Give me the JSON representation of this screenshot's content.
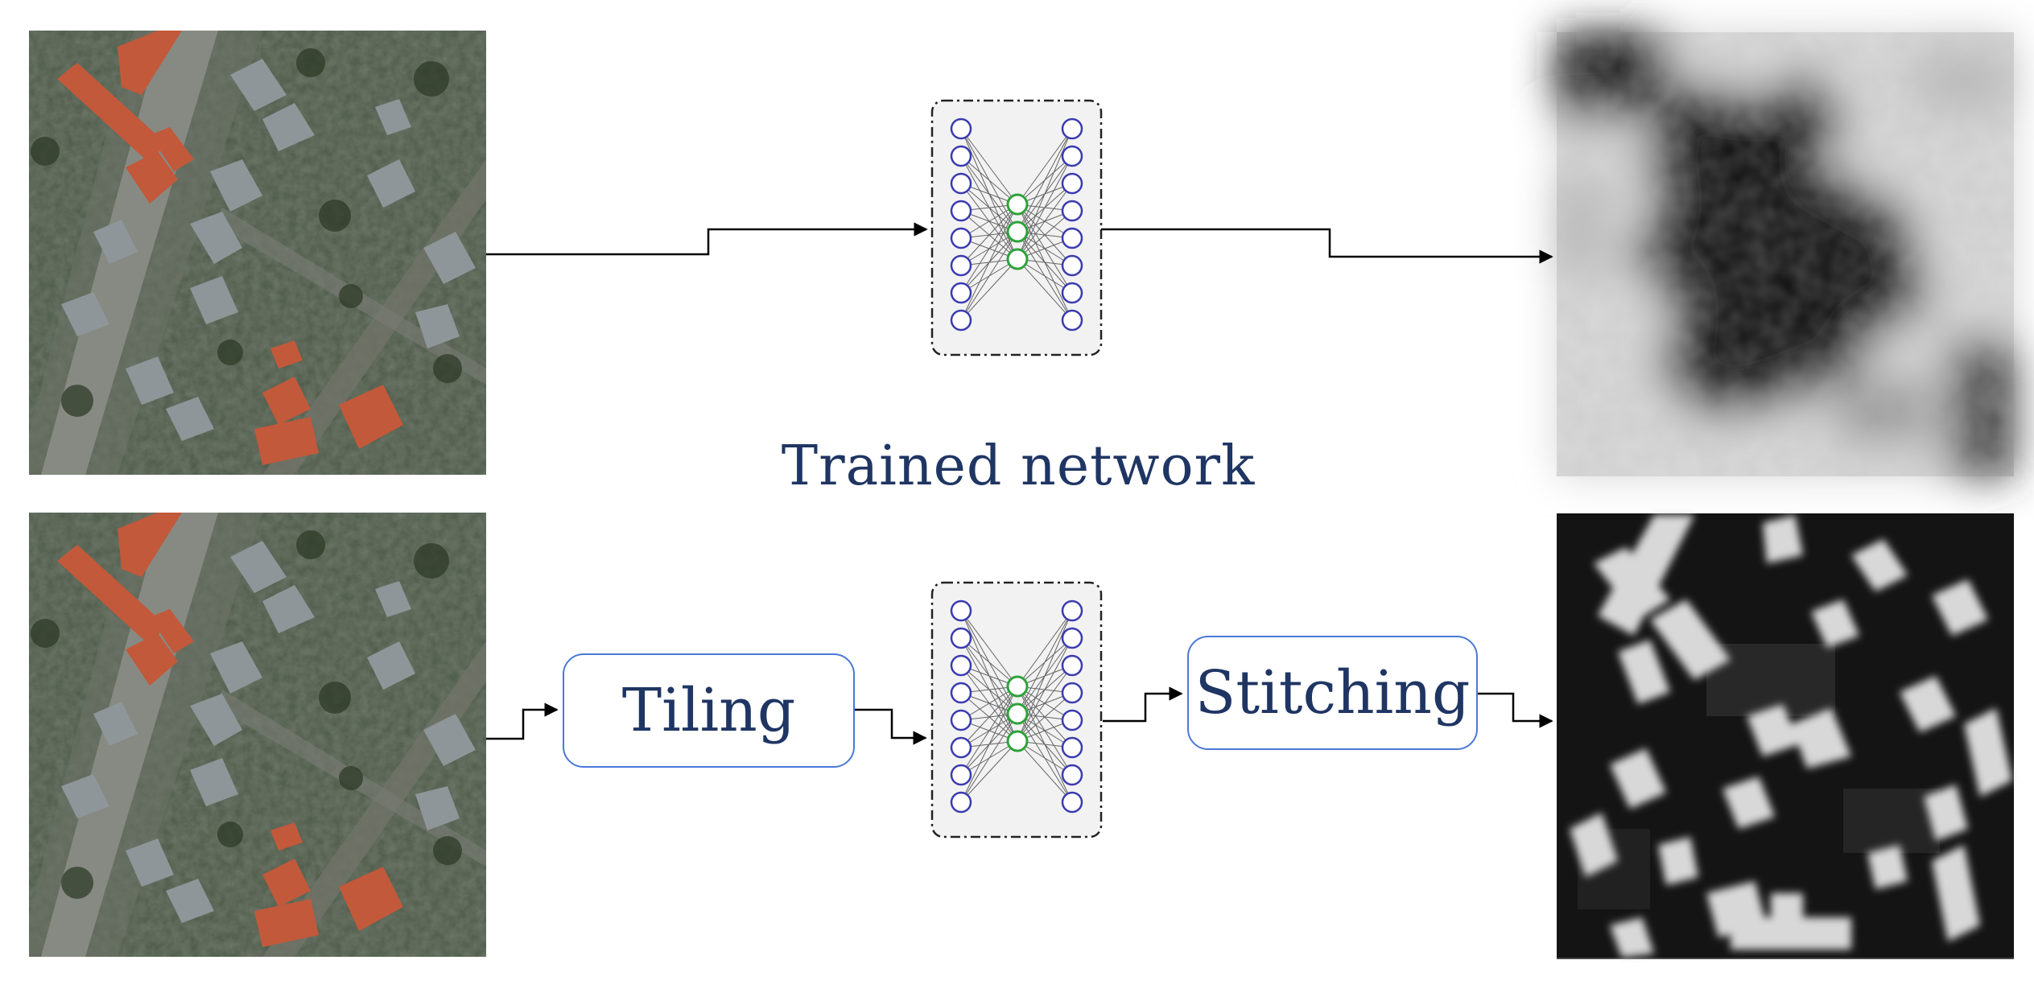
{
  "diagram": {
    "network_label": "Trained network",
    "tiling_label": "Tiling",
    "stitching_label": "Stitching",
    "colors": {
      "text": "#1f3563",
      "box_border": "#4a78d8",
      "neuron_outer": "#3b3bb0",
      "neuron_bottleneck": "#2ea23a",
      "arrow": "#000000"
    },
    "pipelines": [
      {
        "name": "direct",
        "stages": [
          "aerial-image",
          "trained-network",
          "coarse-prediction"
        ]
      },
      {
        "name": "tiled",
        "stages": [
          "aerial-image",
          "Tiling",
          "trained-network",
          "Stitching",
          "detailed-prediction"
        ]
      }
    ]
  }
}
